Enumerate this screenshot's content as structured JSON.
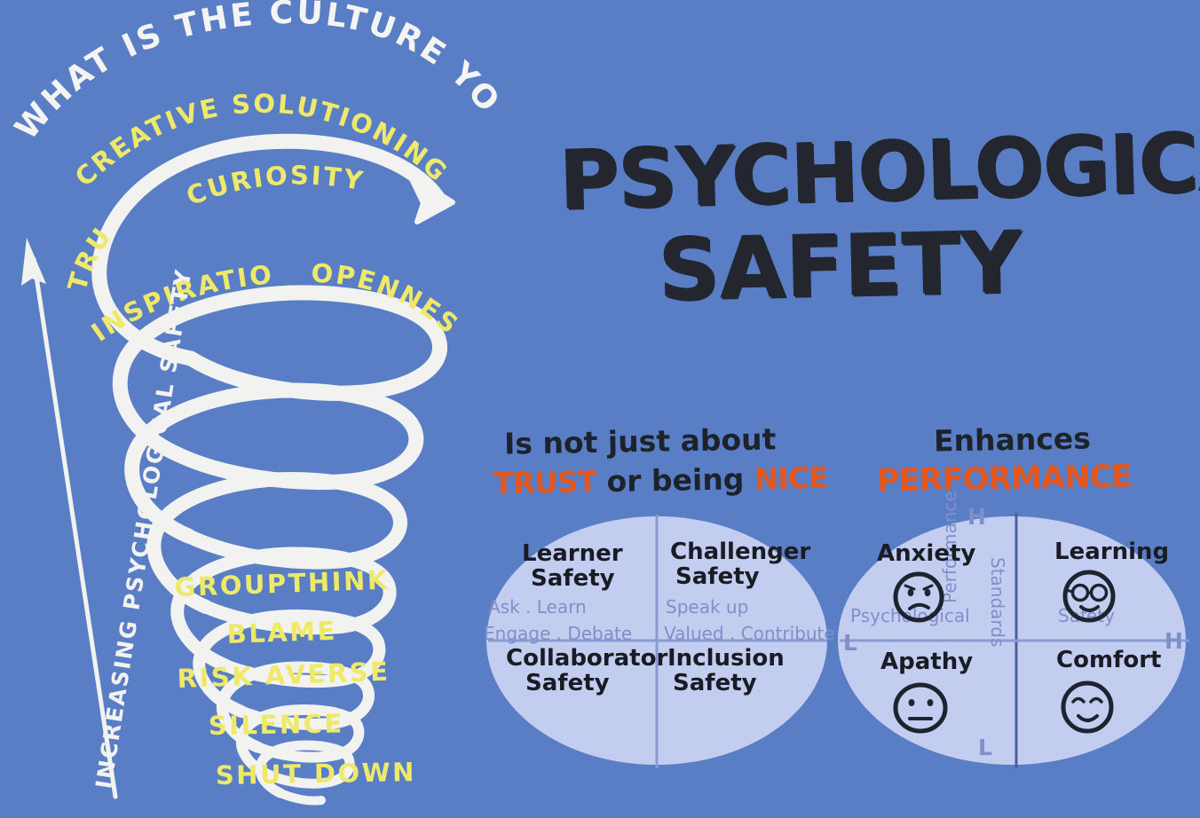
{
  "poster": {
    "background_color": "#5a7ec6",
    "title_line1": "PSYCHOLOGICAL",
    "title_line2": "SAFETY",
    "title_color": "#23262e"
  },
  "spiral": {
    "question": "WHAT IS THE CULTURE YOU HAVE?",
    "question_color": "#f4f4f2",
    "axis_label": "INCREASING PSYCHOLOGICAL SAFETY",
    "word_color": "#efe96a",
    "positive_words": [
      "CREATIVE SOLUTIONING",
      "CURIOSITY",
      "TRUST",
      "INSPIRATION",
      "OPENNESS"
    ],
    "negative_words": [
      "GROUPTHINK",
      "BLAME",
      "RISK AVERSE",
      "SILENCE",
      "SHUT DOWN"
    ]
  },
  "four_stages": {
    "heading_line1": "Is not just about",
    "heading_pre": "",
    "heading_word1": "TRUST",
    "heading_mid": "or being",
    "heading_word2": "NICE",
    "accent_color": "#e2571e",
    "ellipse_fill": "#c3cdef",
    "quadrants": [
      {
        "title_l1": "Learner",
        "title_l2": "Safety",
        "sub": "Ask . Learn"
      },
      {
        "title_l1": "Challenger",
        "title_l2": "Safety",
        "sub": "Speak up"
      },
      {
        "title_l1": "Collaborator",
        "title_l2": "Safety",
        "sub": "Engage . Debate"
      },
      {
        "title_l1": "Inclusion",
        "title_l2": "Safety",
        "sub": "Valued . Contribute"
      }
    ]
  },
  "performance": {
    "heading_line1": "Enhances",
    "heading_word": "PERFORMANCE",
    "accent_color": "#e2571e",
    "ellipse_fill": "#c3cdef",
    "x_axis_label_left": "Psychological",
    "x_axis_label_right": "Safety",
    "y_axis_label_left": "Performance",
    "y_axis_label_right": "Standards",
    "marks": {
      "top": "H",
      "left": "L",
      "right": "H",
      "bottom": "L"
    },
    "quadrants": [
      {
        "label": "Anxiety",
        "face": "worried-face"
      },
      {
        "label": "Learning",
        "face": "glasses-smile-face"
      },
      {
        "label": "Apathy",
        "face": "neutral-face"
      },
      {
        "label": "Comfort",
        "face": "content-face"
      }
    ]
  }
}
